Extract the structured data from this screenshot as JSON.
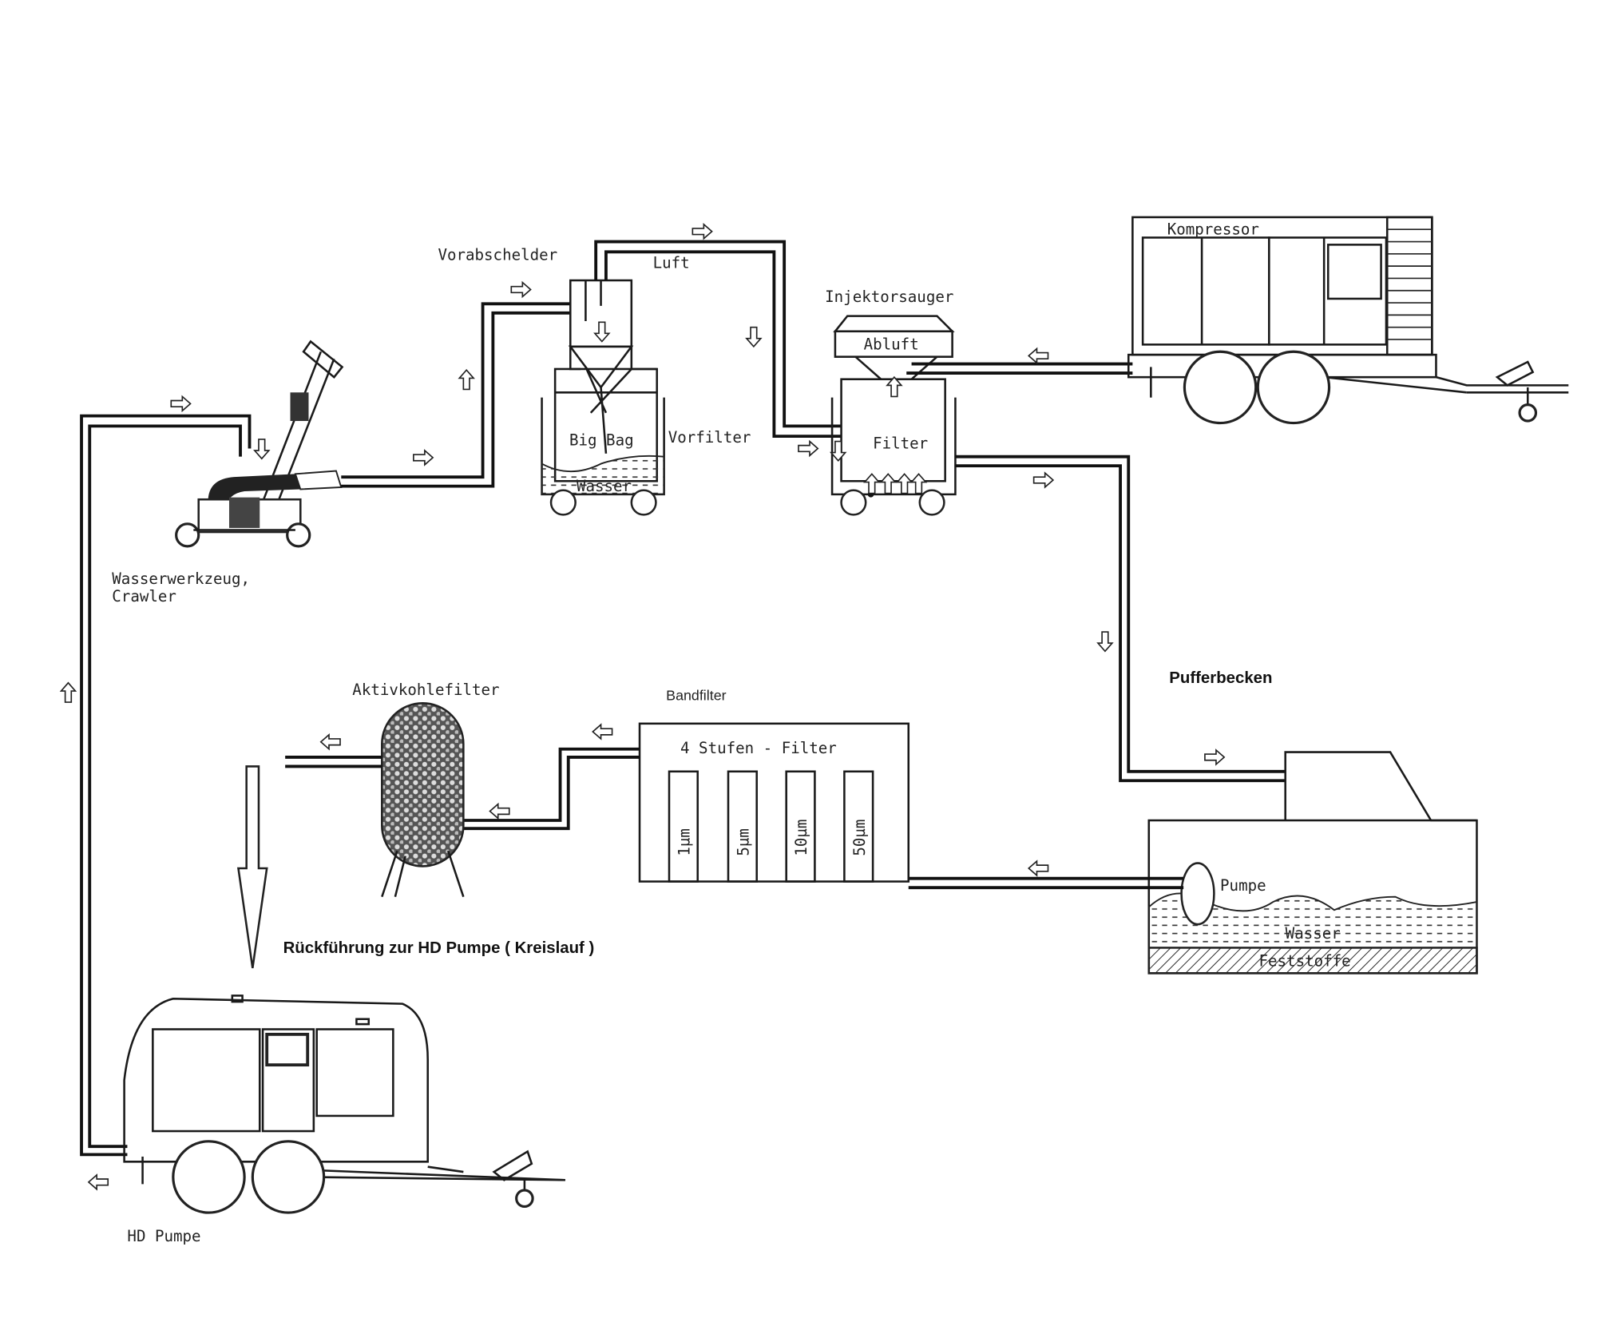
{
  "labels": {
    "vorabscheider": "Vorabschelder",
    "luft": "Luft",
    "injektorsauger": "Injektorsauger",
    "kompressor": "Kompressor",
    "abluft": "Abluft",
    "big_bag": "Big Bag",
    "vorfilter": "Vorfilter",
    "wasser_bag": "Wasser",
    "filter": "Filter",
    "crawler_line1": "Wasserwerkzeug,",
    "crawler_line2": "Crawler",
    "pufferbecken": "Pufferbecken",
    "aktivkohlefilter": "Aktivkohlefilter",
    "bandfilter": "Bandfilter",
    "stufen_filter": "4 Stufen - Filter",
    "micron": [
      "1µm",
      "5µm",
      "10µm",
      "50µm"
    ],
    "pumpe": "Pumpe",
    "wasser_becken": "Wasser",
    "feststoffe": "Feststoffe",
    "rueckfuehrung": "Rückführung zur HD Pumpe  ( Kreislauf )",
    "hd_pumpe": "HD Pumpe"
  },
  "icons": {
    "flow_arrow": "hollow-arrow"
  }
}
